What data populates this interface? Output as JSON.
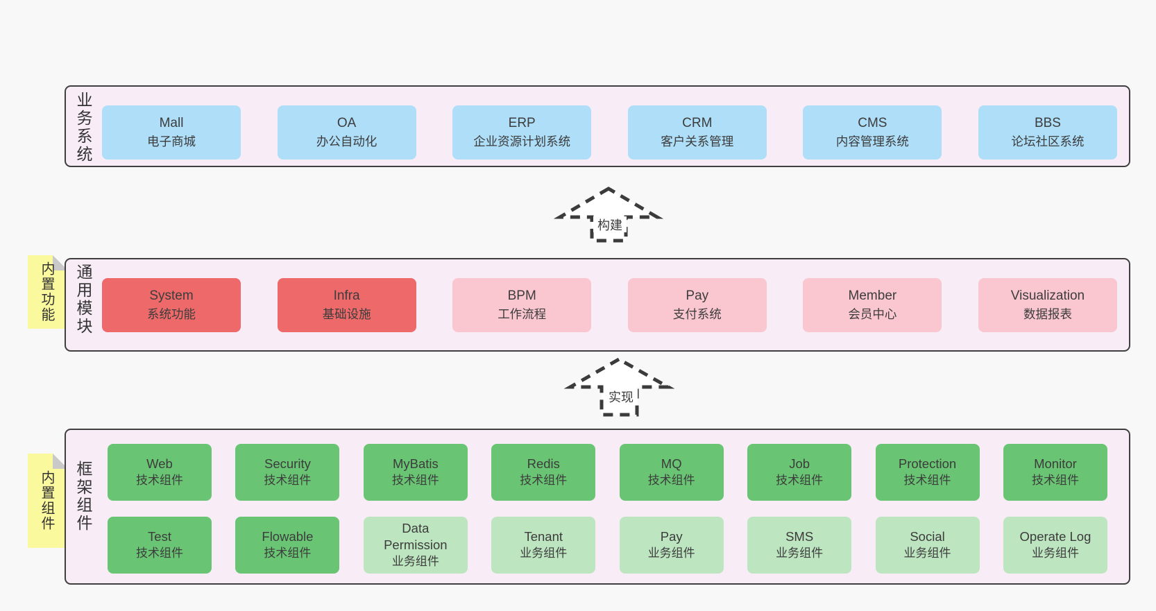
{
  "colors": {
    "page_bg": "#f8f8f8",
    "container_bg": "#f8edf6",
    "container_border": "#3f3f3f",
    "blue": "#aedef8",
    "red": "#ee6a6a",
    "pink": "#fac7d1",
    "green": "#69c573",
    "light_green": "#bde5c0",
    "note_yellow": "#fbf99d",
    "note_fold": "#c9c9c9",
    "text": "#3c3c3c"
  },
  "arrows": [
    {
      "label": "构建"
    },
    {
      "label": "实现"
    }
  ],
  "layers": {
    "business": {
      "label": "业务系统",
      "boxes": [
        {
          "name": "Mall",
          "desc": "电子商城"
        },
        {
          "name": "OA",
          "desc": "办公自动化"
        },
        {
          "name": "ERP",
          "desc": "企业资源计划系统"
        },
        {
          "name": "CRM",
          "desc": "客户关系管理"
        },
        {
          "name": "CMS",
          "desc": "内容管理系统"
        },
        {
          "name": "BBS",
          "desc": "论坛社区系统"
        }
      ]
    },
    "modules": {
      "label": "通用模块",
      "note": "内置功能",
      "boxes": [
        {
          "name": "System",
          "desc": "系统功能"
        },
        {
          "name": "Infra",
          "desc": "基础设施"
        },
        {
          "name": "BPM",
          "desc": "工作流程"
        },
        {
          "name": "Pay",
          "desc": "支付系统"
        },
        {
          "name": "Member",
          "desc": "会员中心"
        },
        {
          "name": "Visualization",
          "desc": "数据报表"
        }
      ]
    },
    "components": {
      "label": "框架组件",
      "note": "内置组件",
      "row1": [
        {
          "name": "Web",
          "desc": "技术组件"
        },
        {
          "name": "Security",
          "desc": "技术组件"
        },
        {
          "name": "MyBatis",
          "desc": "技术组件"
        },
        {
          "name": "Redis",
          "desc": "技术组件"
        },
        {
          "name": "MQ",
          "desc": "技术组件"
        },
        {
          "name": "Job",
          "desc": "技术组件"
        },
        {
          "name": "Protection",
          "desc": "技术组件"
        },
        {
          "name": "Monitor",
          "desc": "技术组件"
        }
      ],
      "row2": [
        {
          "name": "Test",
          "desc": "技术组件"
        },
        {
          "name": "Flowable",
          "desc": "技术组件"
        },
        {
          "name": "Data Permission",
          "desc": "业务组件"
        },
        {
          "name": "Tenant",
          "desc": "业务组件"
        },
        {
          "name": "Pay",
          "desc": "业务组件"
        },
        {
          "name": "SMS",
          "desc": "业务组件"
        },
        {
          "name": "Social",
          "desc": "业务组件"
        },
        {
          "name": "Operate Log",
          "desc": "业务组件"
        }
      ]
    }
  }
}
